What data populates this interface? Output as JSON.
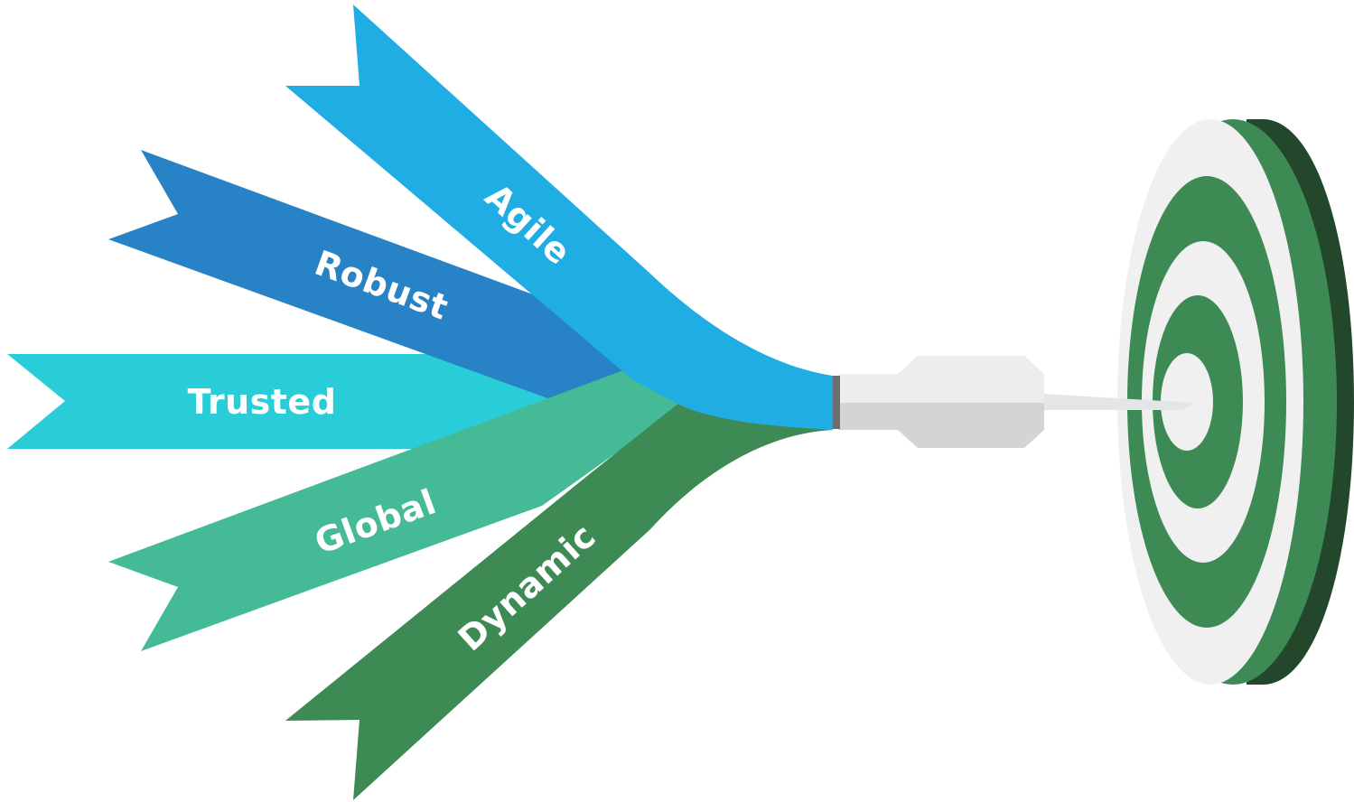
{
  "ribbons": [
    {
      "id": "agile",
      "label": "Agile",
      "color": "#1FADE4"
    },
    {
      "id": "robust",
      "label": "Robust",
      "color": "#2783C6"
    },
    {
      "id": "trusted",
      "label": "Trusted",
      "color": "#29CDD8"
    },
    {
      "id": "global",
      "label": "Global",
      "color": "#44BA96"
    },
    {
      "id": "dynamic",
      "label": "Dynamic",
      "color": "#3E8A55"
    }
  ],
  "dart": {
    "barrel_color": "#D3D4D6",
    "barrel_highlight": "#EDEDED",
    "collar_color": "#6D6E71",
    "needle_color": "#E4E5E6"
  },
  "target": {
    "ring_dark": "#3E8A55",
    "ring_light": "#F0F0F0",
    "rim_color": "#22472A"
  }
}
